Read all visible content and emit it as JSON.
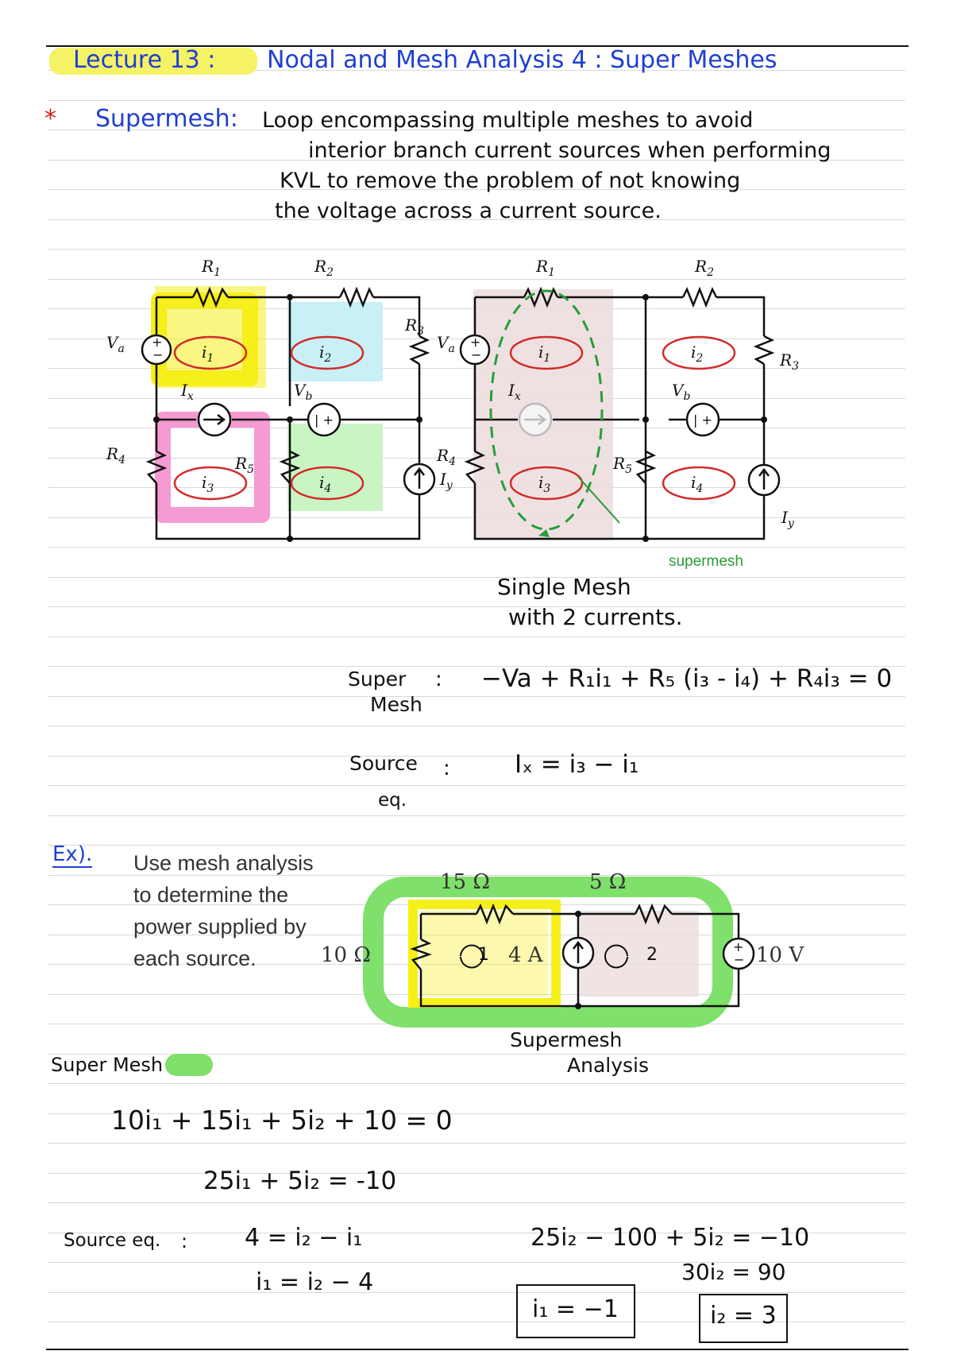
{
  "header": {
    "lecture_label": "Lecture 13 :",
    "title": "Nodal and Mesh Analysis 4 : Super Meshes"
  },
  "definition": {
    "bullet": "*",
    "term": "Supermesh:",
    "line1": "Loop encompassing multiple meshes to avoid",
    "line2": "interior branch current sources when performing",
    "line3": "KVL to remove the problem of not knowing",
    "line4": "the voltage across a current source."
  },
  "fig1": {
    "R1": "R",
    "R1s": "1",
    "R2": "R",
    "R2s": "2",
    "R3": "R",
    "R3s": "3",
    "R4": "R",
    "R4s": "4",
    "R5": "R",
    "R5s": "5",
    "Va": "V",
    "Vas": "a",
    "Vb": "V",
    "Vbs": "b",
    "Ix": "I",
    "Ixs": "x",
    "Iy": "I",
    "Iys": "y",
    "i1": "i",
    "i1s": "1",
    "i2": "i",
    "i2s": "2",
    "i3": "i",
    "i3s": "3",
    "i4": "i",
    "i4s": "4",
    "supermesh_label": "supermesh",
    "colors": {
      "yellow": "#f5ef1a",
      "cyan": "#c8f0f5",
      "pink": "#f59ad2",
      "green": "#c9f5c4",
      "loop": "#d22b2b",
      "dashed": "#2a9d3a",
      "shade": "#ecdcdc"
    }
  },
  "fig1_note": {
    "line1": "Single Mesh",
    "line2": "with 2 currents."
  },
  "equations": {
    "super_label_1": "Super",
    "super_label_2": "Mesh",
    "colon": ":",
    "super_eq": "−Va + R₁i₁ + R₅ (i₃ - i₄) + R₄i₃ = 0",
    "source_label_1": "Source",
    "source_label_2": "eq.",
    "source_eq": "Iₓ = i₃ − i₁"
  },
  "example": {
    "label": "Ex).",
    "problem_l1": "Use mesh analysis",
    "problem_l2": "to determine the",
    "problem_l3": "power supplied by",
    "problem_l4": "each source.",
    "r_top_left": "15 Ω",
    "r_top_right": "5 Ω",
    "r_left": "10 Ω",
    "current_source": "4 A",
    "voltage_source": "10 V",
    "mesh1": "1",
    "mesh2": "2",
    "supermesh_note_1": "Supermesh",
    "supermesh_note_2": "Analysis"
  },
  "solution": {
    "legend_label": "Super Mesh",
    "eq1": "10i₁ + 15i₁ + 5i₂ + 10 = 0",
    "eq2": "25i₁ + 5i₂ = -10",
    "source_label": "Source eq.",
    "colon": ":",
    "src1": "4 = i₂ − i₁",
    "src2": "i₁ = i₂ − 4",
    "sub1": "25i₂ − 100 + 5i₂ = −10",
    "sub2": "30i₂ = 90",
    "answer1": "i₁ = −1",
    "answer2": "i₂ = 3"
  }
}
